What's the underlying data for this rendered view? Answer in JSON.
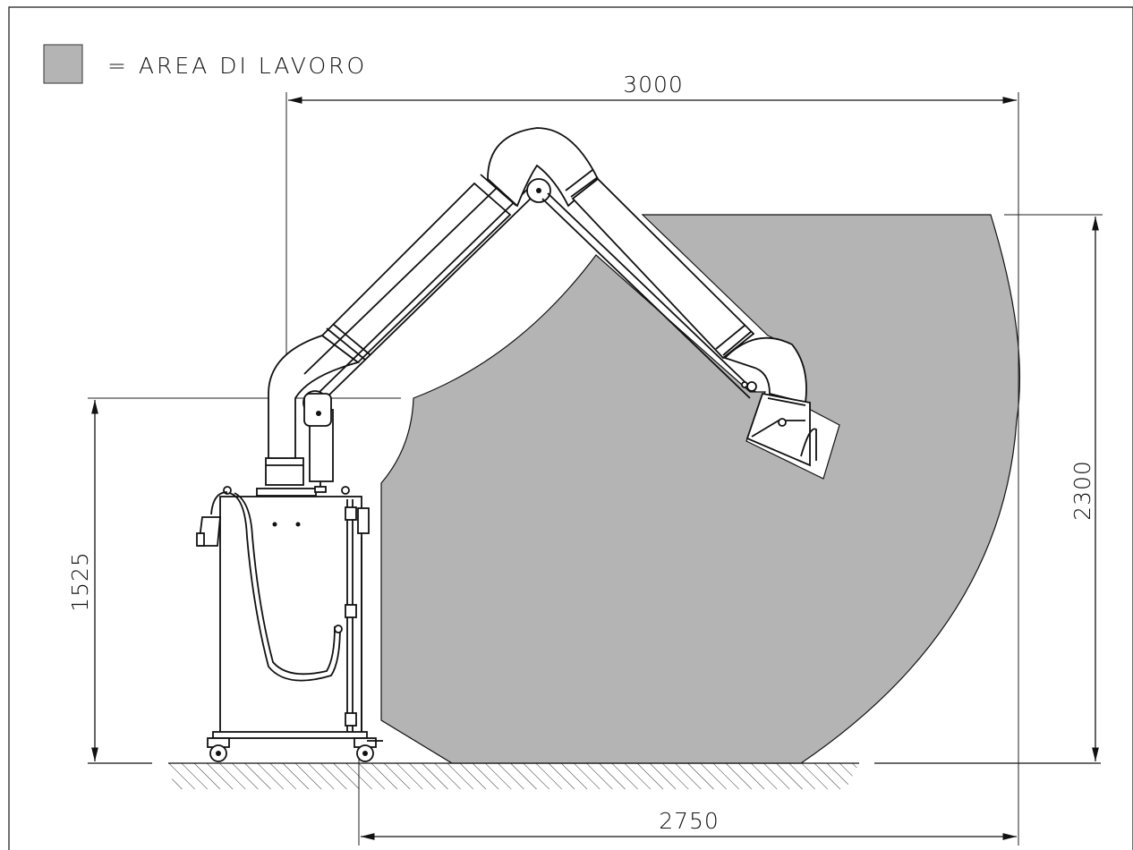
{
  "legend": {
    "swatch_color": "#b3b4b3",
    "label": "= AREA DI LAVORO"
  },
  "dimensions": {
    "top_width": "3000",
    "bottom_width": "2750",
    "left_height": "1525",
    "right_height": "2300"
  },
  "colors": {
    "work_area": "#b3b4b3",
    "line": "#111111"
  }
}
